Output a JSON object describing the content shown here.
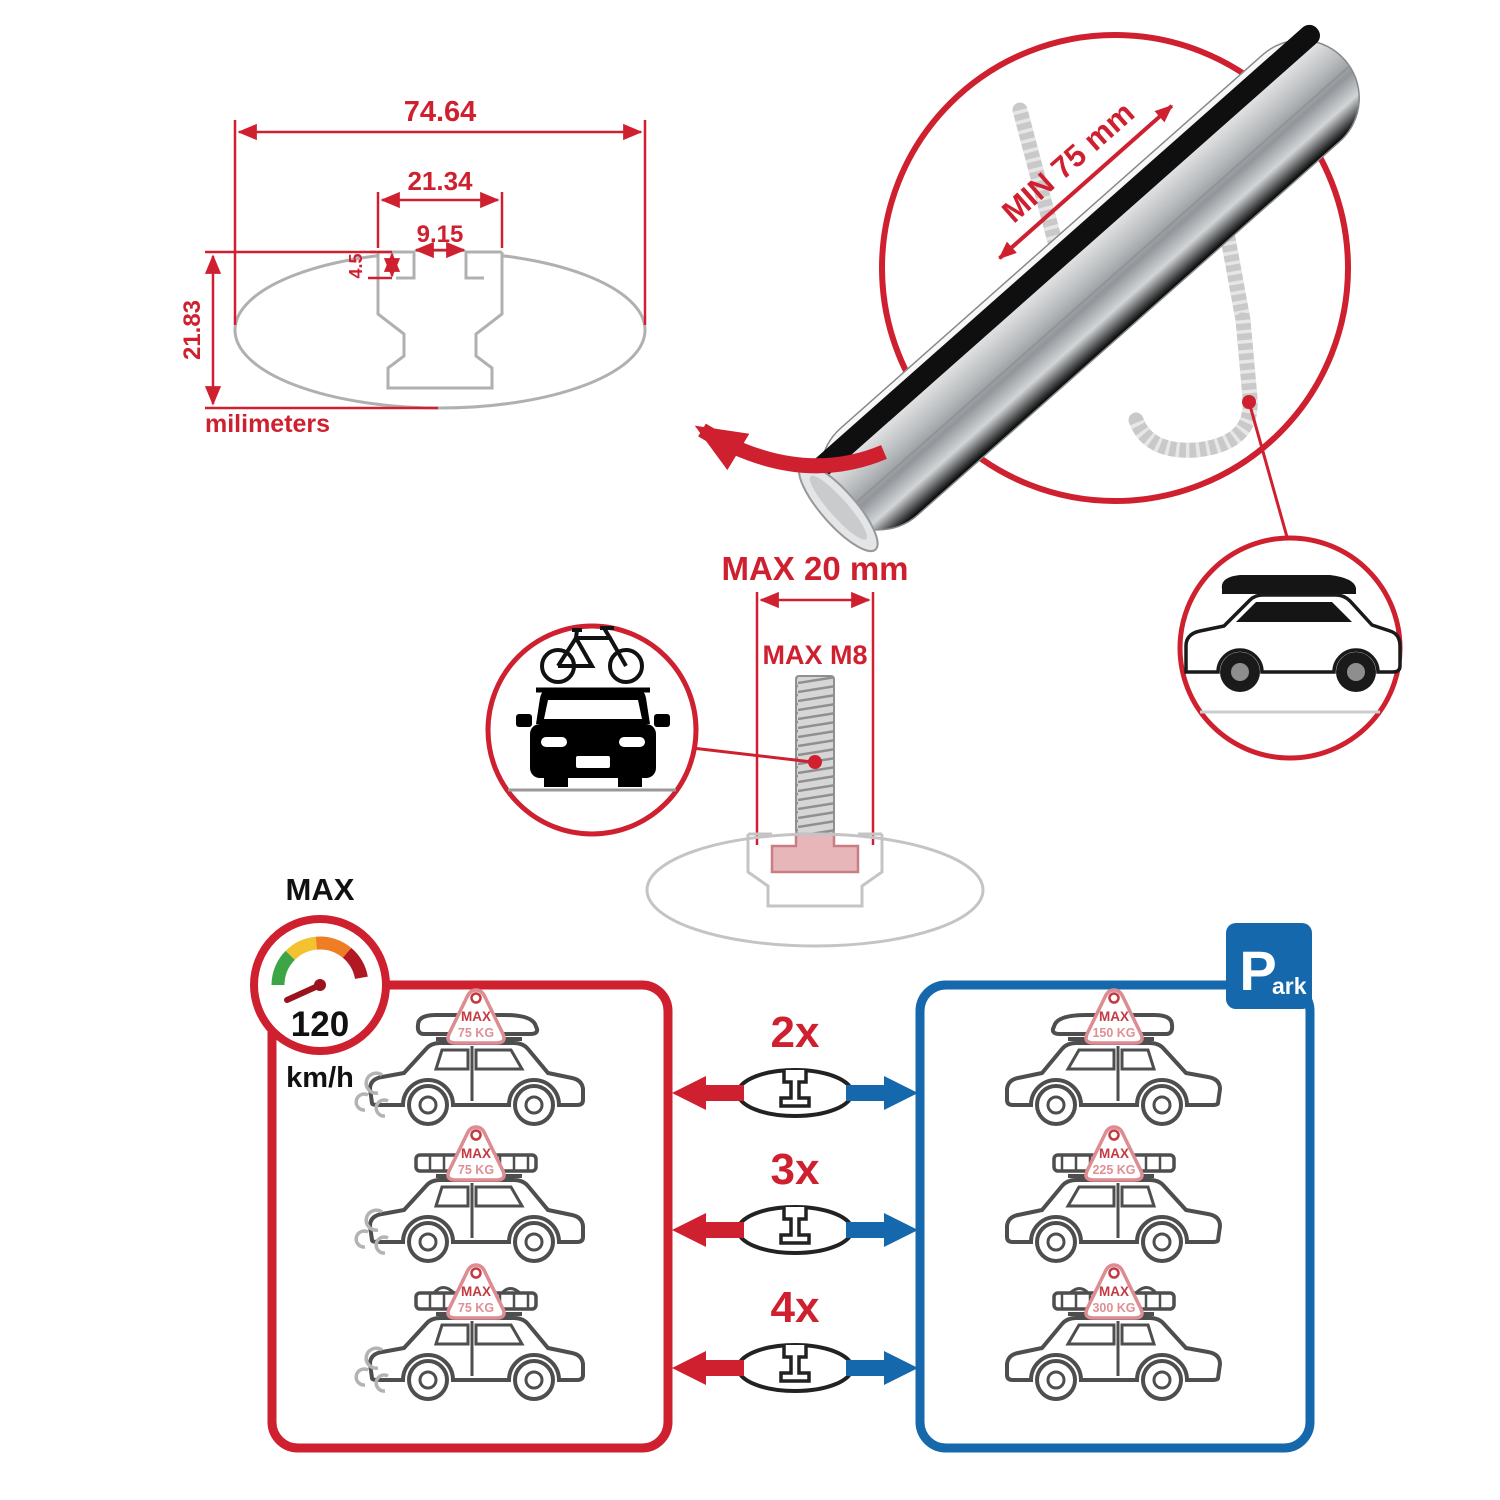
{
  "colors": {
    "red": "#cf2030",
    "blue": "#1668ac",
    "pink": "#e08f94",
    "ghost_gray": "#c4c4c4",
    "line_ink": "#4e4e4e"
  },
  "cross_section": {
    "total_width": "74.64",
    "channel_width": "21.34",
    "slot_width": "9.15",
    "lip_depth": "4.5",
    "total_height": "21.83",
    "units": "milimeters"
  },
  "bar_detail": {
    "min_span": "MIN 75 mm"
  },
  "bolt_detail": {
    "max_length": "MAX 20 mm",
    "max_thread": "MAX M8"
  },
  "speed_limit": {
    "label": "MAX",
    "value": "120",
    "unit": "km/h"
  },
  "park_sign": {
    "p": "P",
    "ark": "ark"
  },
  "comparison": {
    "rows": [
      {
        "count": "2x",
        "drive_tag": {
          "label": "MAX",
          "value": "75 KG"
        },
        "park_tag": {
          "label": "MAX",
          "value": "150 KG"
        }
      },
      {
        "count": "3x",
        "drive_tag": {
          "label": "MAX",
          "value": "75 KG"
        },
        "park_tag": {
          "label": "MAX",
          "value": "225 KG"
        }
      },
      {
        "count": "4x",
        "drive_tag": {
          "label": "MAX",
          "value": "75 KG"
        },
        "park_tag": {
          "label": "MAX",
          "value": "300 KG"
        }
      }
    ]
  }
}
